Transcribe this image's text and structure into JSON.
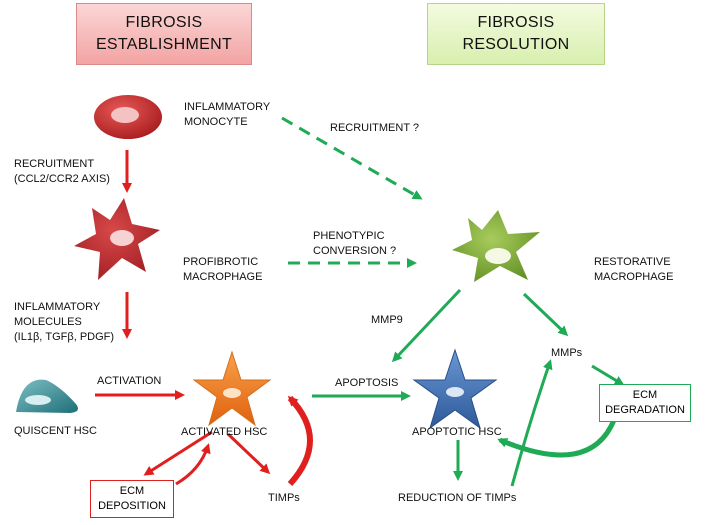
{
  "headers": {
    "establishment": [
      "FIBROSIS",
      "ESTABLISHMENT"
    ],
    "resolution": [
      "FIBROSIS",
      "RESOLUTION"
    ]
  },
  "labels": {
    "inflammatory_monocyte": [
      "INFLAMMATORY",
      "MONOCYTE"
    ],
    "recruitment_ccl2": [
      "RECRUITMENT",
      "(CCL2/CCR2 AXIS)"
    ],
    "recruitment_q": "RECRUITMENT ?",
    "phenotypic_conversion": [
      "PHENOTYPIC",
      "CONVERSION ?"
    ],
    "profibrotic_macrophage": [
      "PROFIBROTIC",
      "MACROPHAGE"
    ],
    "restorative_macrophage": [
      "RESTORATIVE",
      "MACROPHAGE"
    ],
    "inflammatory_molecules": [
      "INFLAMMATORY",
      "MOLECULES",
      "(IL1β, TGFβ, PDGF)"
    ],
    "mmp9": "MMP9",
    "mmps": "MMPs",
    "activation": "ACTIVATION",
    "apoptosis": "APOPTOSIS",
    "quiescent_hsc": "QUISCENT HSC",
    "activated_hsc": "ACTIVATED HSC",
    "apoptotic_hsc": "APOPTOTIC HSC",
    "timps": "TIMPs",
    "reduction_timps": "REDUCTION OF TIMPs",
    "ecm_deposition": [
      "ECM",
      "DEPOSITION"
    ],
    "ecm_degradation": [
      "ECM",
      "DEGRADATION"
    ]
  },
  "colors": {
    "establishment_accent": "#e0201e",
    "resolution_accent": "#1faa55",
    "monocyte": "#c8282a",
    "profibrotic": "#b8282c",
    "restorative": "#7aa83a",
    "activated_star": "#f07a1e",
    "apoptotic_star": "#3d6fb0",
    "quiescent": "#2a8a8e"
  }
}
